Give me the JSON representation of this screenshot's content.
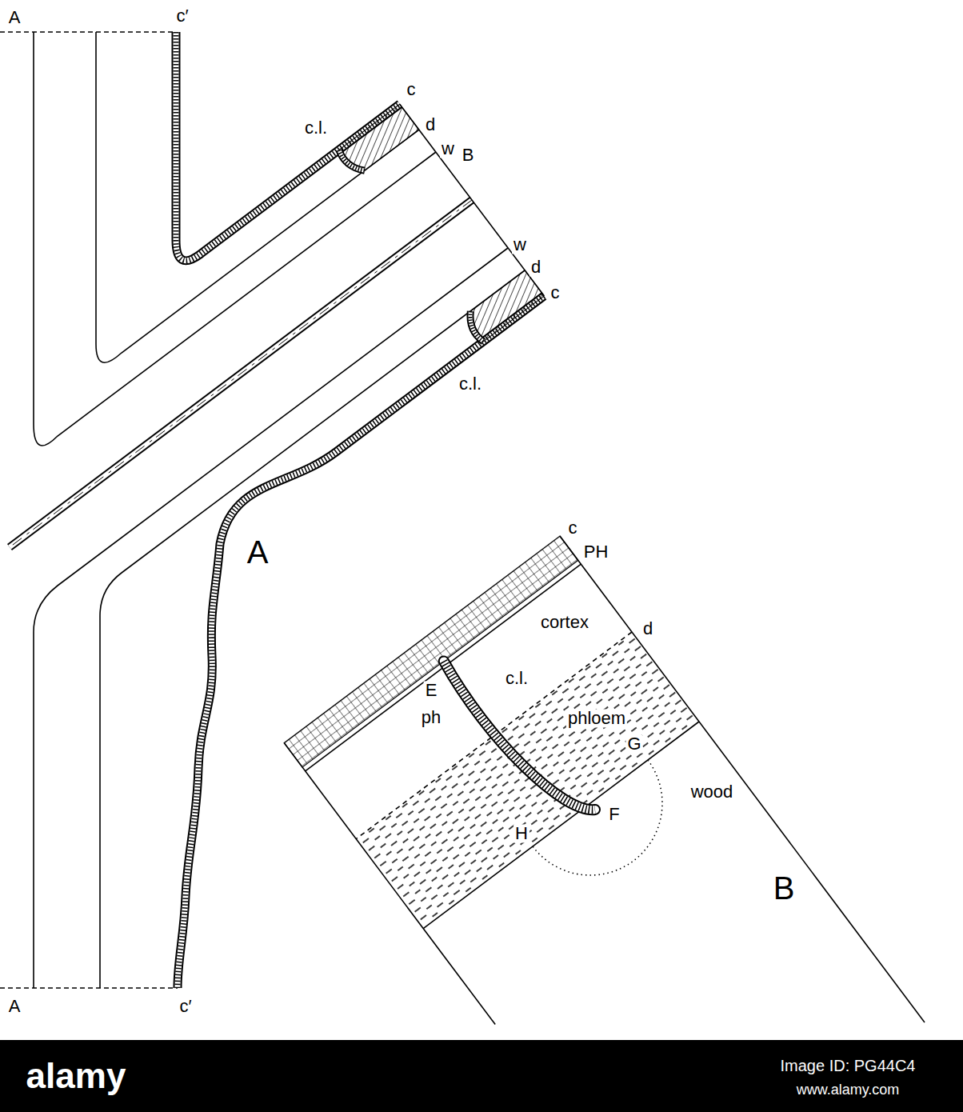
{
  "diagram": {
    "labels": [
      "A",
      "c′",
      "c.l.",
      "c",
      "d",
      "w",
      "B",
      "w",
      "d",
      "c",
      "c.l.",
      "A",
      "A",
      "c′",
      "c",
      "PH",
      "cortex",
      "d",
      "E",
      "c.l.",
      "phloem",
      "ph",
      "wood",
      "G",
      "F",
      "H",
      "B",
      "alamy",
      "Image ID: PG44C4",
      "www.alamy.com"
    ]
  }
}
